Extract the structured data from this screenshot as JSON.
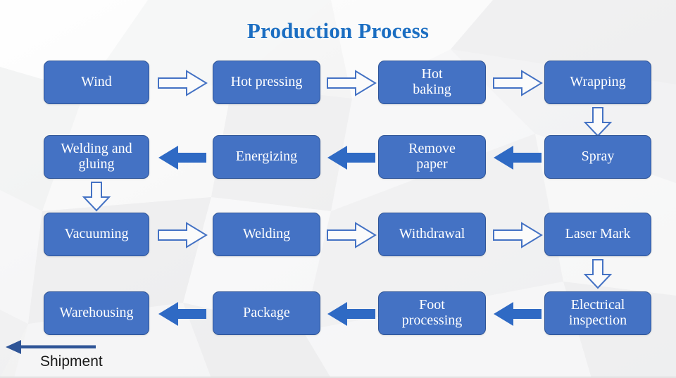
{
  "slide": {
    "title": "Production Process",
    "accent_color": "#4472c4",
    "title_color": "#1b6ec2",
    "box_border_color": "#2f5597",
    "background_color": "#f2f2f2",
    "arrow_outline_color": "#4472c4",
    "arrow_solid_color": "#2f6ac4"
  },
  "flow": {
    "rows": [
      {
        "direction": "left-to-right",
        "arrow_style": "hollow",
        "nodes": [
          {
            "label": "Wind"
          },
          {
            "label": "Hot pressing"
          },
          {
            "label": "Hot\nbaking"
          },
          {
            "label": "Wrapping"
          }
        ]
      },
      {
        "direction": "right-to-left",
        "arrow_style": "solid",
        "nodes": [
          {
            "label": "Welding and\ngluing"
          },
          {
            "label": "Energizing"
          },
          {
            "label": "Remove\npaper"
          },
          {
            "label": "Spray"
          }
        ]
      },
      {
        "direction": "left-to-right",
        "arrow_style": "hollow",
        "nodes": [
          {
            "label": "Vacuuming"
          },
          {
            "label": "Welding"
          },
          {
            "label": "Withdrawal"
          },
          {
            "label": "Laser Mark"
          }
        ]
      },
      {
        "direction": "right-to-left",
        "arrow_style": "solid",
        "nodes": [
          {
            "label": "Warehousing"
          },
          {
            "label": "Package"
          },
          {
            "label": "Foot\nprocessing"
          },
          {
            "label": "Electrical\ninspection"
          }
        ]
      }
    ],
    "connectors": [
      {
        "name": "wrapping-to-spray",
        "style": "hollow-down",
        "column": "right"
      },
      {
        "name": "welding-and-gluing-to-vacuuming",
        "style": "hollow-down",
        "column": "left"
      },
      {
        "name": "laser-mark-to-electrical-inspection",
        "style": "hollow-down",
        "column": "right"
      }
    ]
  },
  "shipment": {
    "label": "Shipment",
    "arrow_style": "thin-left",
    "arrow_color": "#2f5597"
  }
}
